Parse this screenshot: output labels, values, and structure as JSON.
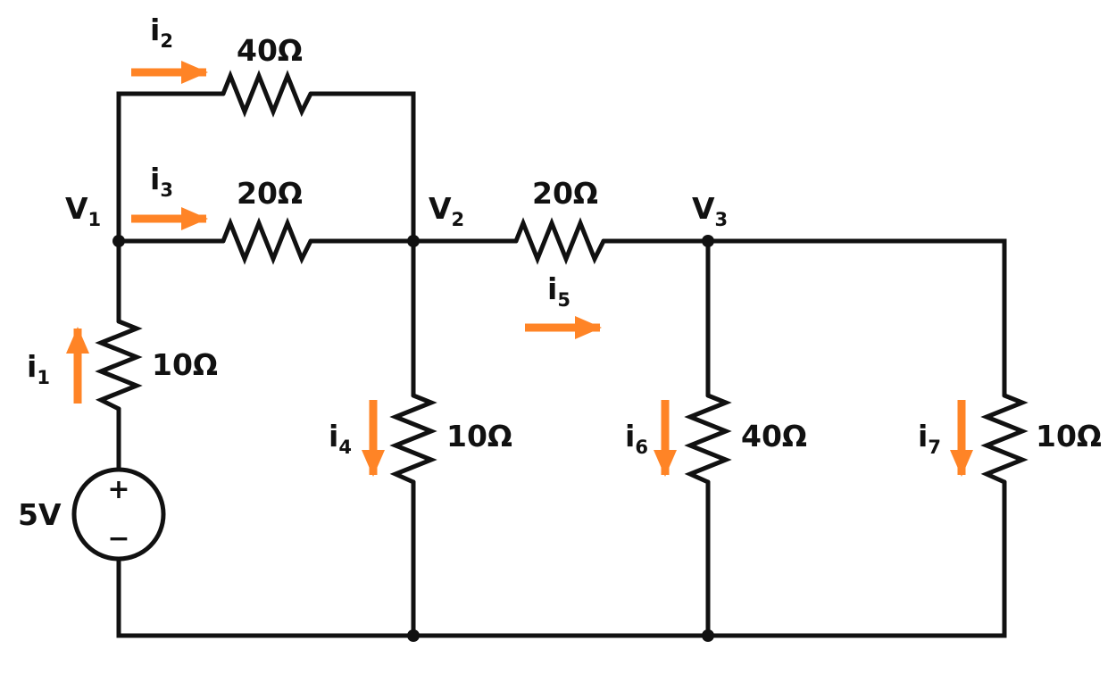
{
  "colors": {
    "wire": "#111111",
    "arrow": "#ff8426",
    "background": "#ffffff"
  },
  "nodes": {
    "v1": {
      "main": "V",
      "sub": "1"
    },
    "v2": {
      "main": "V",
      "sub": "2"
    },
    "v3": {
      "main": "V",
      "sub": "3"
    }
  },
  "resistors": {
    "r_top_40": "40Ω",
    "r_mid_20": "20Ω",
    "r_v2v3_20": "20Ω",
    "r_left_10": "10Ω",
    "r_v2_10": "10Ω",
    "r_v3_40": "40Ω",
    "r_right_10": "10Ω"
  },
  "source": {
    "label": "5V",
    "plus": "+",
    "minus": "−"
  },
  "currents": {
    "i1": {
      "main": "i",
      "sub": "1",
      "direction": "up"
    },
    "i2": {
      "main": "i",
      "sub": "2",
      "direction": "right"
    },
    "i3": {
      "main": "i",
      "sub": "3",
      "direction": "right"
    },
    "i4": {
      "main": "i",
      "sub": "4",
      "direction": "down"
    },
    "i5": {
      "main": "i",
      "sub": "5",
      "direction": "right"
    },
    "i6": {
      "main": "i",
      "sub": "6",
      "direction": "down"
    },
    "i7": {
      "main": "i",
      "sub": "7",
      "direction": "down"
    }
  }
}
